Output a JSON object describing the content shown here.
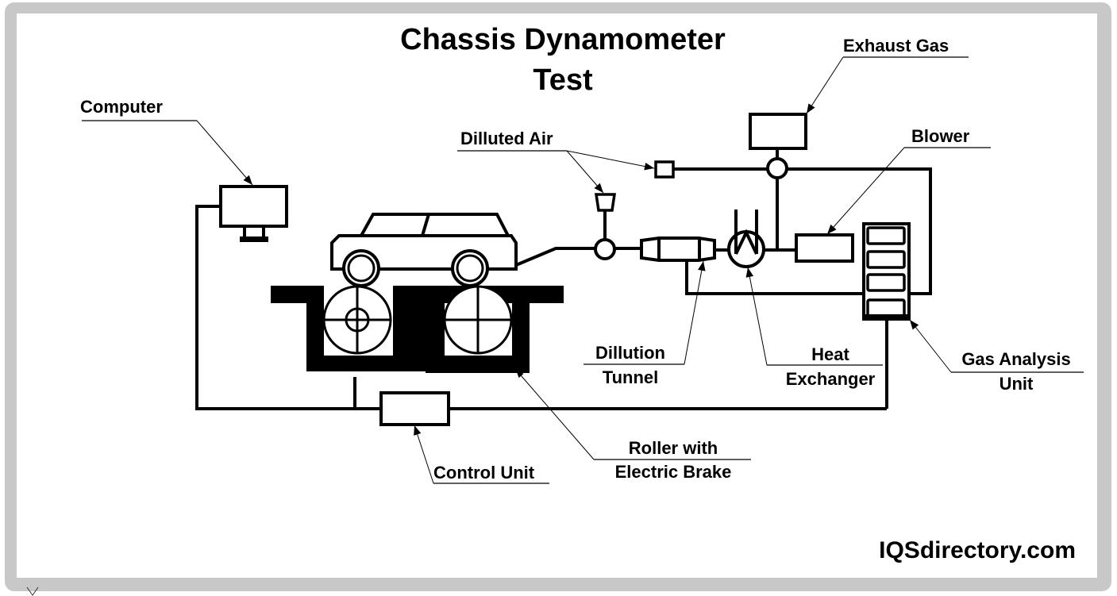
{
  "diagram": {
    "title_line1": "Chassis Dynamometer",
    "title_line2": "Test",
    "brand": "IQSdirectory.com",
    "colors": {
      "frame": "#c8c8c9",
      "ink": "#000000",
      "background": "#ffffff"
    },
    "labels": {
      "computer": "Computer",
      "dilluted_air": "Dilluted Air",
      "exhaust_gas": "Exhaust Gas",
      "blower": "Blower",
      "dilution_tunnel_1": "Dillution",
      "dilution_tunnel_2": "Tunnel",
      "heat_exchanger_1": "Heat",
      "heat_exchanger_2": "Exchanger",
      "gas_analysis_1": "Gas Analysis",
      "gas_analysis_2": "Unit",
      "roller_1": "Roller with",
      "roller_2": "Electric Brake",
      "control_unit": "Control Unit"
    },
    "components": [
      "computer-monitor",
      "car",
      "roller-pit",
      "front-roller",
      "rear-roller",
      "control-unit-box",
      "dilluted-air-valve",
      "dilluted-air-inlet",
      "mixing-junction",
      "dilution-tunnel",
      "heat-exchanger",
      "exhaust-gas-box",
      "exhaust-junction",
      "blower-box",
      "gas-analysis-unit"
    ]
  }
}
